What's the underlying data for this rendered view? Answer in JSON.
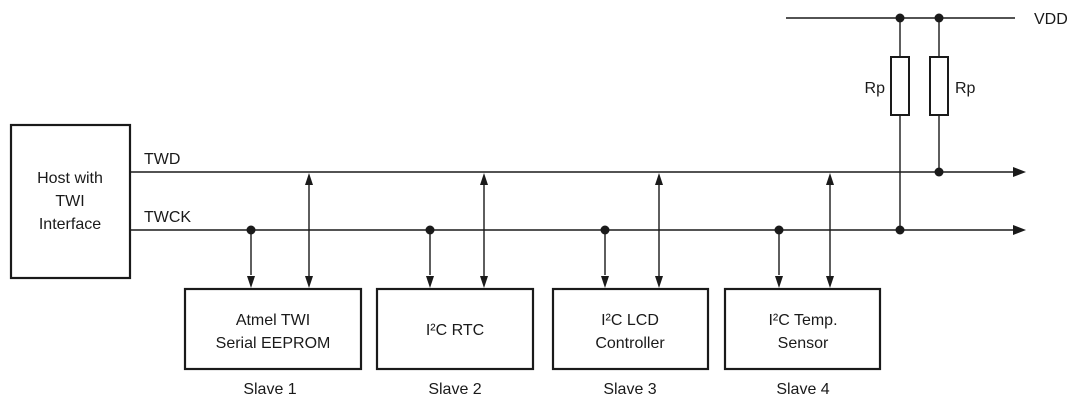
{
  "signals": {
    "twd": "TWD",
    "twck": "TWCK",
    "vdd": "VDD"
  },
  "host": {
    "lines": [
      "Host with",
      "TWI",
      "Interface"
    ]
  },
  "resistors": [
    "Rp",
    "Rp"
  ],
  "slaves": [
    {
      "lines": [
        "Atmel TWI",
        "Serial EEPROM"
      ],
      "caption": "Slave 1"
    },
    {
      "lines": [
        "I²C RTC"
      ],
      "caption": "Slave 2"
    },
    {
      "lines": [
        "I²C LCD",
        "Controller"
      ],
      "caption": "Slave 3"
    },
    {
      "lines": [
        "I²C Temp.",
        "Sensor"
      ],
      "caption": "Slave 4"
    }
  ]
}
